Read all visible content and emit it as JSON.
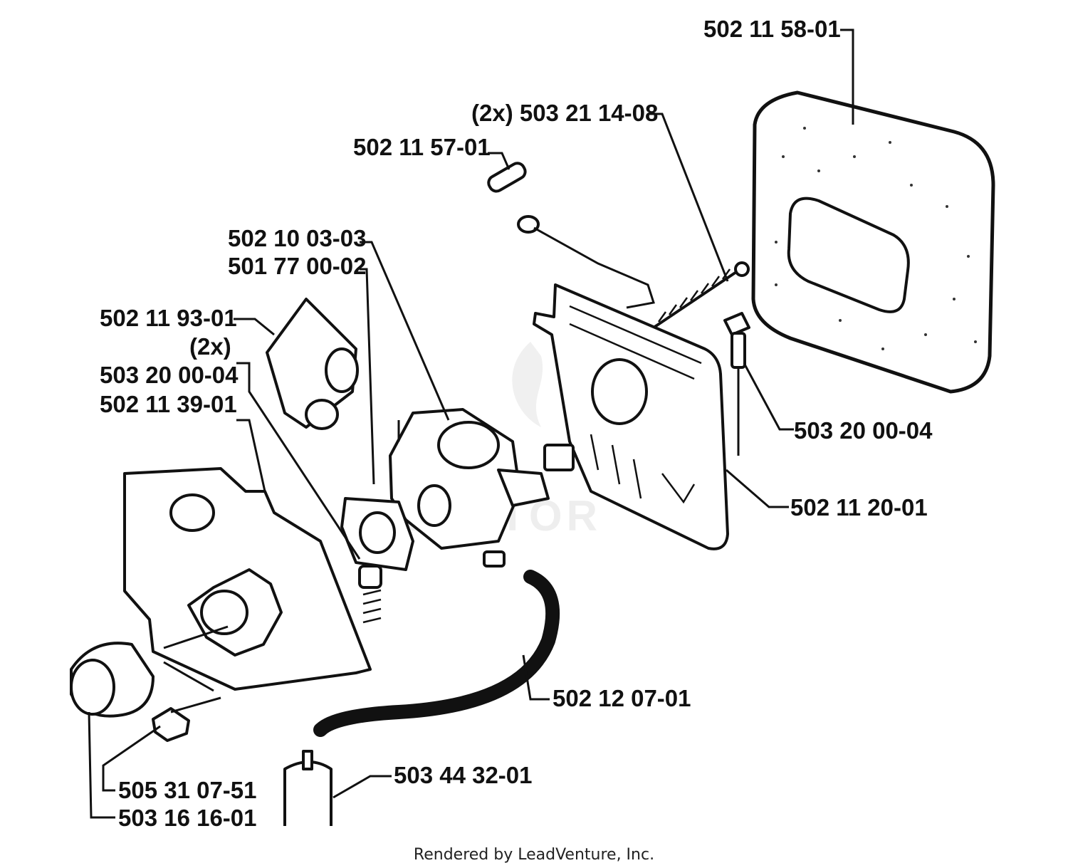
{
  "parts": {
    "p1": "502 11 58-01",
    "p2": "(2x) 503 21 14-08",
    "p3": "502 11 57-01",
    "p4": "502 10 03-03",
    "p5": "501 77 00-02",
    "p6": "502 11 93-01",
    "p7": "(2x)",
    "p8": "503 20 00-04",
    "p9": "502 11 39-01",
    "p10": "503 20 00-04",
    "p11": "502 11 20-01",
    "p12": "502 12 07-01",
    "p13": "503 44 32-01",
    "p14": "505 31 07-51",
    "p15": "503 16 16-01"
  },
  "watermark": "VENTOR",
  "footer": "Rendered by LeadVenture, Inc."
}
